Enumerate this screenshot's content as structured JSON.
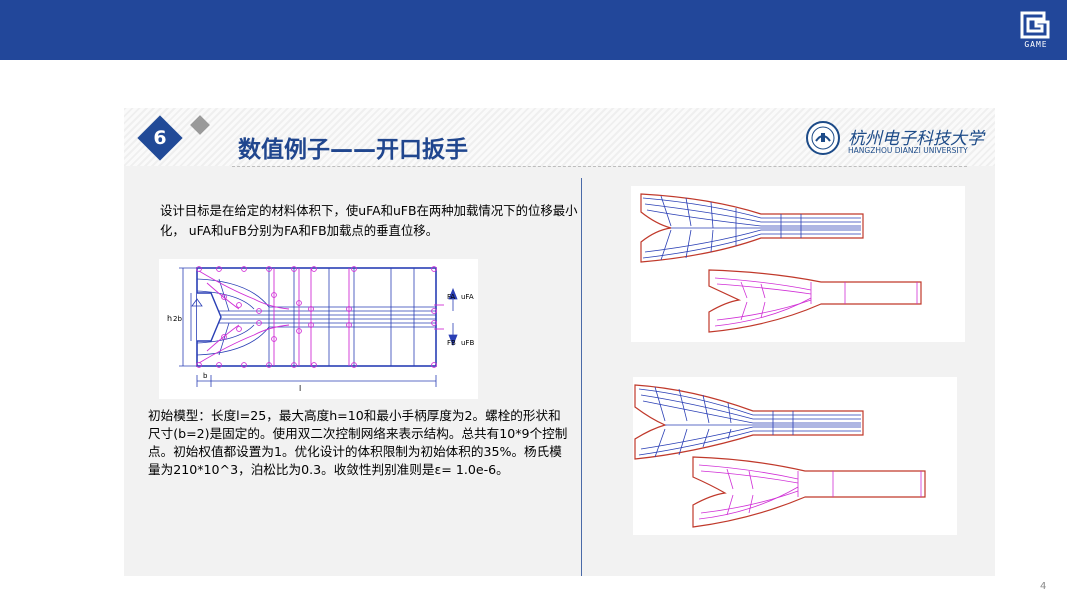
{
  "header": {
    "logo_text": "GAME"
  },
  "slide": {
    "badge_number": "6",
    "title": "数值例子——开口扳手",
    "university": {
      "name_cn": "杭州电子科技大学",
      "name_en": "HANGZHOU DIANZI UNIVERSITY"
    },
    "goal_text": "设计目标是在给定的材料体积下，使uFA和uFB在两种加载情况下的位移最小化， uFA和uFB分别为FA和FB加载点的垂直位移。",
    "model_text": "初始模型：长度l=25，最大高度h=10和最小手柄厚度为2。螺栓的形状和尺寸(b=2)是固定的。使用双二次控制网络来表示结构。总共有10*9个控制点。初始权值都设置为1。优化设计的体积限制为初始体积的35%。杨氏模量为210*10^3，泊松比为0.3。收敛性判别准则是ε= 1.0e-6。",
    "diagram_labels": {
      "h": "h",
      "two_b": "2b",
      "b": "b",
      "l": "l",
      "fa": "FA",
      "ufa": "uFA",
      "fb": "FB",
      "ufb": "uFB"
    },
    "page_number": "4"
  },
  "colors": {
    "bar": "#22479a",
    "title": "#20468e",
    "mesh_blue": "#2a3fb5",
    "mesh_magenta": "#d02fd6",
    "outline_red": "#c0392b"
  }
}
